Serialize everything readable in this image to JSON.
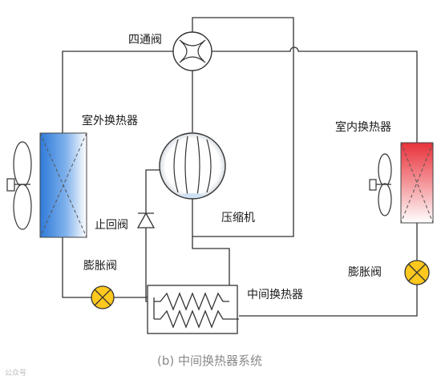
{
  "labels": {
    "four_way_valve": "四通阀",
    "outdoor_hx": "室外换热器",
    "indoor_hx": "室内换热器",
    "check_valve": "止回阀",
    "compressor": "压缩机",
    "expansion_valve_left": "膨胀阀",
    "expansion_valve_right": "膨胀阀",
    "intermediate_hx": "中间换热器"
  },
  "caption": "(b) 中间换热器系统",
  "watermark": "公众号",
  "colors": {
    "outdoor_hx": "#4a8fe0",
    "indoor_hx": "#e8323a",
    "valve_fill": "#ffc81e",
    "line": "#333333"
  }
}
